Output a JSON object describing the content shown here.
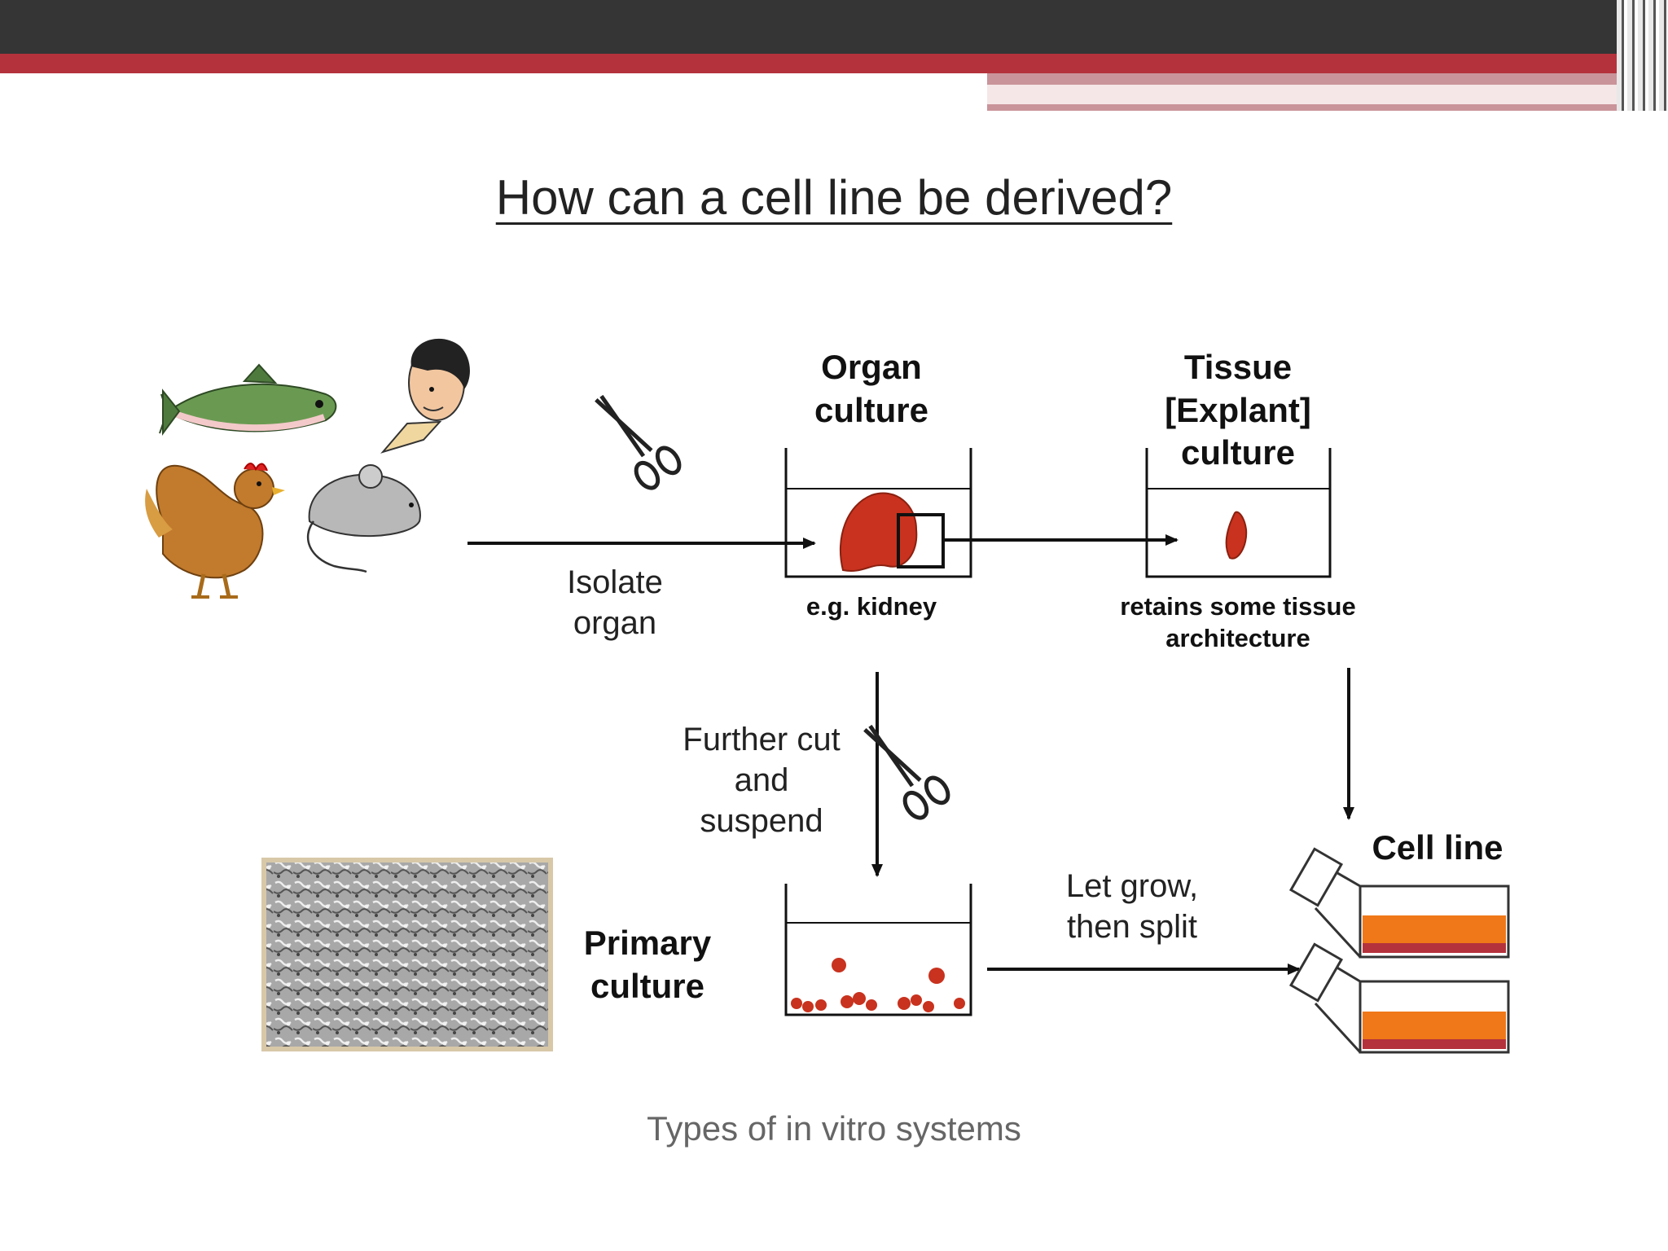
{
  "slide": {
    "title": "How can a cell line be derived?",
    "caption": "Types of in vitro systems"
  },
  "diagram": {
    "organ_culture": {
      "label_line1": "Organ",
      "label_line2": "culture",
      "note": "e.g. kidney"
    },
    "tissue_culture": {
      "label_line1": "Tissue",
      "label_line2": "[Explant]",
      "label_line3": "culture",
      "note_line1": "retains some tissue",
      "note_line2": "architecture"
    },
    "isolate_step": {
      "line1": "Isolate",
      "line2": "organ"
    },
    "cut_step": {
      "line1": "Further cut",
      "line2": "and",
      "line3": "suspend"
    },
    "primary_culture": {
      "line1": "Primary",
      "line2": "culture"
    },
    "grow_step": {
      "line1": "Let grow,",
      "line2": "then split"
    },
    "cell_line": {
      "label": "Cell line"
    }
  },
  "colors": {
    "accent_red": "#b4323c",
    "tissue_red": "#c8321e",
    "medium_orange": "#f07818"
  }
}
